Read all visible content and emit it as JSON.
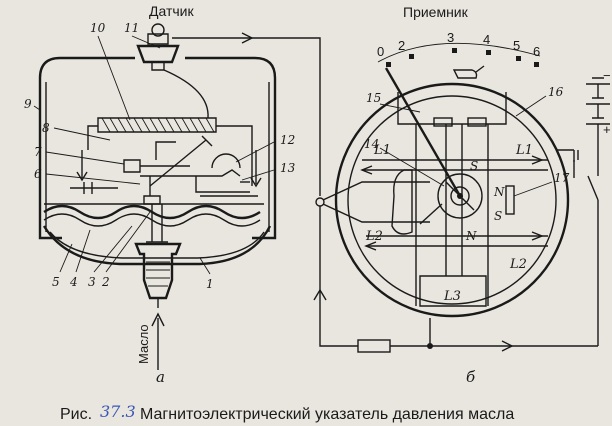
{
  "titles": {
    "sensor": "Датчик",
    "receiver": "Приемник"
  },
  "sublabels": {
    "a": "а",
    "b": "б"
  },
  "sensor_labels": [
    "1",
    "2",
    "3",
    "4",
    "5",
    "6",
    "7",
    "8",
    "9",
    "10",
    "11",
    "12",
    "13"
  ],
  "receiver_labels": [
    "14",
    "15",
    "16",
    "17"
  ],
  "oil_label": "Масло",
  "scale": {
    "ticks": [
      "0",
      "2",
      "3",
      "4",
      "5",
      "6"
    ]
  },
  "coils": {
    "l1_left": "L1",
    "l1_right": "L1",
    "l2_left": "L2",
    "l2_right": "L2",
    "l3": "L3"
  },
  "poles": {
    "s_top": "S",
    "n_bottom": "N",
    "n_right": "N",
    "s_right": "S"
  },
  "battery": {
    "minus": "−",
    "plus": "+"
  },
  "caption": {
    "prefix": "Рис.",
    "number": "37.3",
    "text": "Магнитоэлектрический указатель давления масла"
  },
  "colors": {
    "ink": "#1a1a1a",
    "paper": "#e9e6df",
    "handwritten": "#3a56b5"
  }
}
